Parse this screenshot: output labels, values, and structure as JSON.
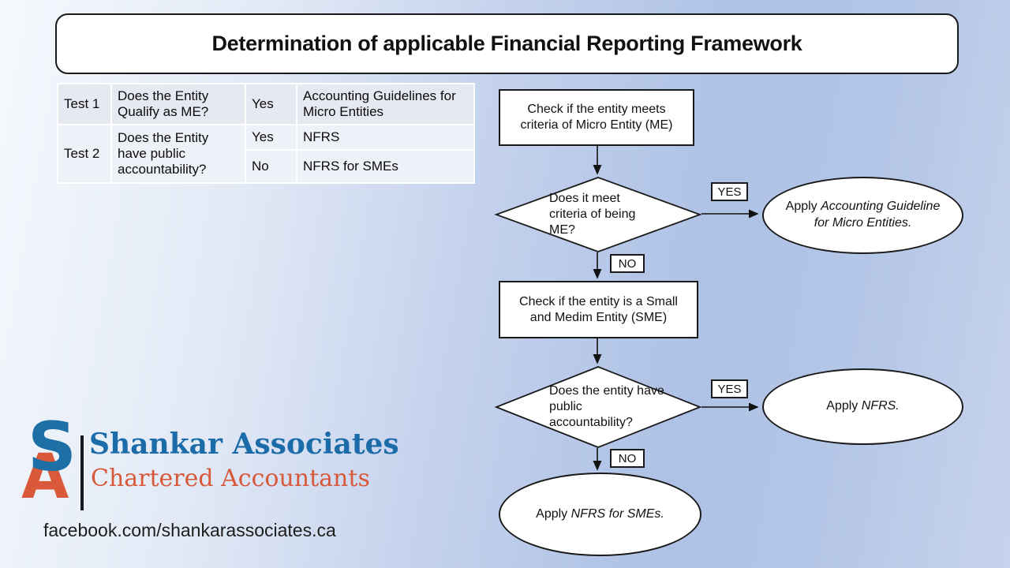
{
  "title": "Determination of applicable Financial Reporting Framework",
  "table": {
    "rows": [
      {
        "test": "Test 1",
        "question": "Does the Entity Qualify as ME?",
        "answer1": "Yes",
        "result1": "Accounting Guidelines for Micro Entities"
      },
      {
        "test": "Test 2",
        "question": "Does the Entity have public accountability?",
        "answer1": "Yes",
        "result1": "NFRS",
        "answer2": "No",
        "result2": "NFRS for SMEs"
      }
    ]
  },
  "flowchart": {
    "step1": "Check if the entity meets criteria of Micro Entity (ME)",
    "decision1": "Does it meet criteria of being ME?",
    "yes1": "YES",
    "no1": "NO",
    "outcome1": {
      "prefix": "Apply ",
      "name": "Accounting Guideline for Micro Entities."
    },
    "step2": "Check if the entity is a Small and Medim Entity (SME)",
    "decision2": "Does the entity have public accountability?",
    "yes2": "YES",
    "no2": "NO",
    "outcome2": {
      "prefix": "Apply ",
      "name": "NFRS."
    },
    "outcome3": {
      "prefix": "Apply ",
      "name": "NFRS for SMEs."
    }
  },
  "logo": {
    "monogram_s": "S",
    "monogram_a": "A",
    "company": "Shankar Associates",
    "tagline": "Chartered Accountants",
    "colors": {
      "blue": "#1b6ca9",
      "orange": "#d8593a"
    }
  },
  "footer": {
    "url": "facebook.com/shankarassociates.ca"
  }
}
